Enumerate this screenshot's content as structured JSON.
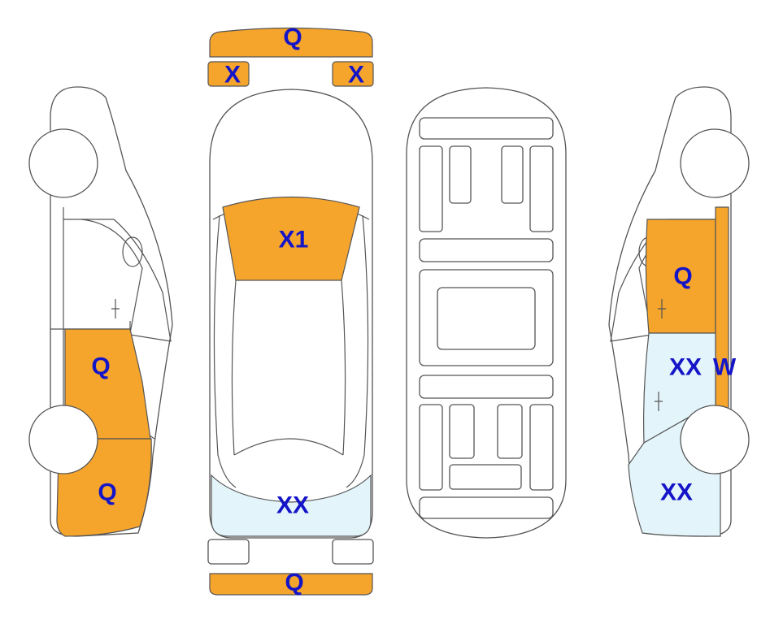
{
  "colors": {
    "damage_orange": "#F5A52C",
    "damage_light_blue": "#E3F5FB",
    "label_blue": "#1515C8",
    "outline": "#555555"
  },
  "labels": {
    "front_bumper": "Q",
    "headlight_left": "X",
    "headlight_right": "X",
    "windshield": "X1",
    "rear_window": "XX",
    "rear_bumper": "Q",
    "left_rear_door": "Q",
    "left_rear_quarter": "Q",
    "right_rear_door": "Q",
    "right_rear_door_lower": "XX",
    "right_pillar": "W",
    "right_rear_quarter": "XX"
  }
}
